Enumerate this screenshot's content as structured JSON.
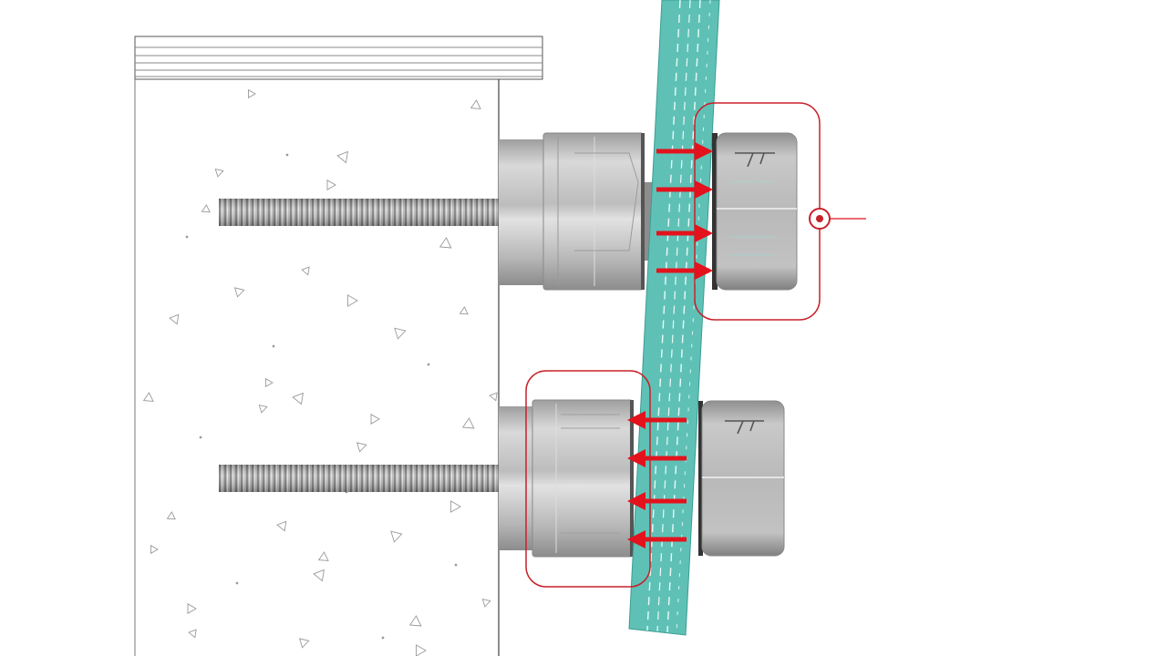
{
  "diagram": {
    "components": [
      {
        "id": "concrete-wall",
        "kind": "concrete"
      },
      {
        "id": "wall-cap",
        "kind": "cladding"
      },
      {
        "id": "upper-threaded-rod",
        "kind": "threaded-rod"
      },
      {
        "id": "lower-threaded-rod",
        "kind": "threaded-rod"
      },
      {
        "id": "upper-standoff-body",
        "kind": "standoff-body"
      },
      {
        "id": "upper-standoff-cap",
        "kind": "standoff-cap",
        "logo": true
      },
      {
        "id": "lower-standoff-body",
        "kind": "standoff-body"
      },
      {
        "id": "lower-standoff-cap",
        "kind": "standoff-cap",
        "logo": true
      },
      {
        "id": "glass-panel",
        "kind": "glass"
      }
    ],
    "force_groups": [
      {
        "id": "upper-force-arrows",
        "direction": "right",
        "count": 4
      },
      {
        "id": "lower-force-arrows",
        "direction": "left",
        "count": 4
      }
    ],
    "highlights": [
      "upper-cap-highlight",
      "lower-body-highlight"
    ],
    "pivot_marker": "rotation-pivot-icon"
  },
  "colors": {
    "glass_fill": "#5fc1b6",
    "glass_edge": "#3a9d92",
    "glass_dash": "#eafaf7",
    "arrow": "#e3121c",
    "highlight": "#c8202a",
    "metal_light": "#d4d4d4",
    "metal_mid": "#a9a9a9",
    "metal_dark": "#7d7d7d",
    "wall_line": "#444444",
    "aggregate": "#9a9a9a"
  }
}
